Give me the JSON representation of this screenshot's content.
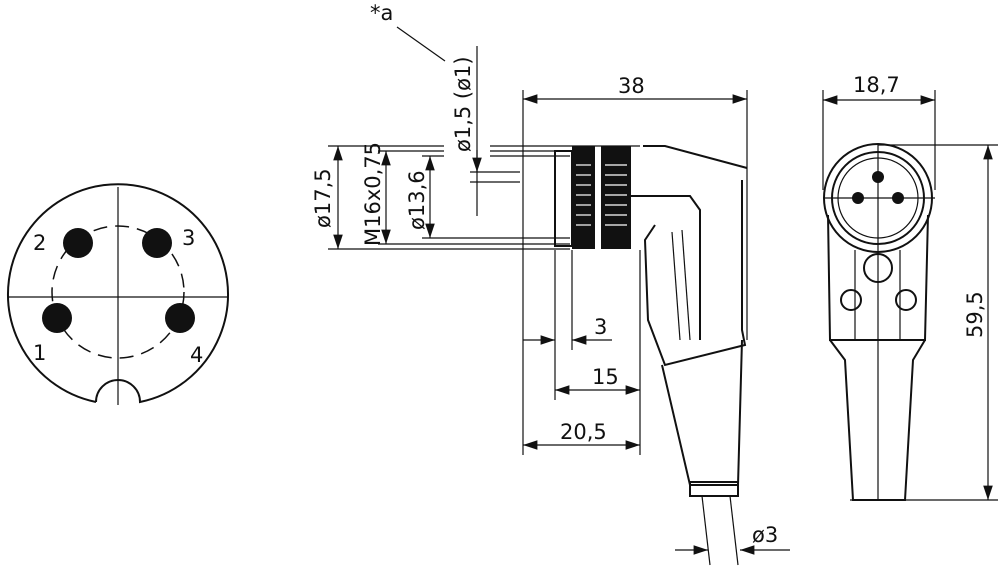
{
  "front_view": {
    "pins": [
      "1",
      "2",
      "3",
      "4"
    ]
  },
  "side_view": {
    "note": "*a",
    "pin_diameter": "ø1,5 (ø1)",
    "length": "38",
    "outer_diameter": "ø17,5",
    "thread": "M16x0,75",
    "inner_diameter": "ø13,6",
    "dim_3": "3",
    "dim_15": "15",
    "dim_20_5": "20,5",
    "cable_diameter": "ø3"
  },
  "end_view": {
    "width": "18,7",
    "height": "59,5"
  }
}
